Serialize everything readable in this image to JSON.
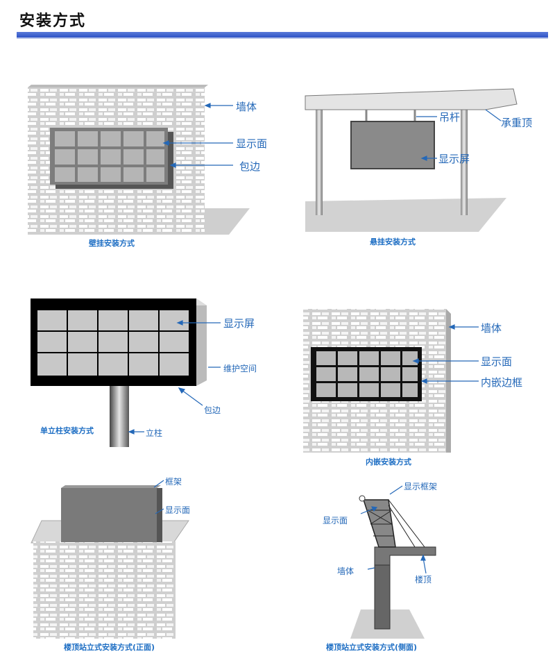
{
  "header": {
    "title": "安装方式"
  },
  "panels": {
    "wall_mount": {
      "caption": "壁挂安装方式",
      "wall": "墙体",
      "display": "显示面",
      "trim": "包边"
    },
    "hanging": {
      "caption": "悬挂安装方式",
      "rod": "吊杆",
      "roof": "承重顶",
      "screen": "显示屏"
    },
    "column": {
      "caption": "单立柱安装方式",
      "screen": "显示屏",
      "maintenance": "维护空间",
      "trim": "包边",
      "pole": "立柱"
    },
    "embedded": {
      "caption": "内嵌安装方式",
      "wall": "墙体",
      "display": "显示面",
      "frame": "内嵌边框"
    },
    "roof_front": {
      "caption": "楼顶站立式安装方式(正面)",
      "frame": "框架",
      "display": "显示面"
    },
    "roof_side": {
      "caption": "楼顶站立式安装方式(侧面)",
      "frame": "显示框架",
      "display": "显示面",
      "wall": "墙体",
      "roof": "楼顶"
    }
  },
  "colors": {
    "accent": "#2f53c7",
    "label": "#2468b8"
  },
  "icons": [
    "brick-wall",
    "led-screen",
    "pole"
  ]
}
